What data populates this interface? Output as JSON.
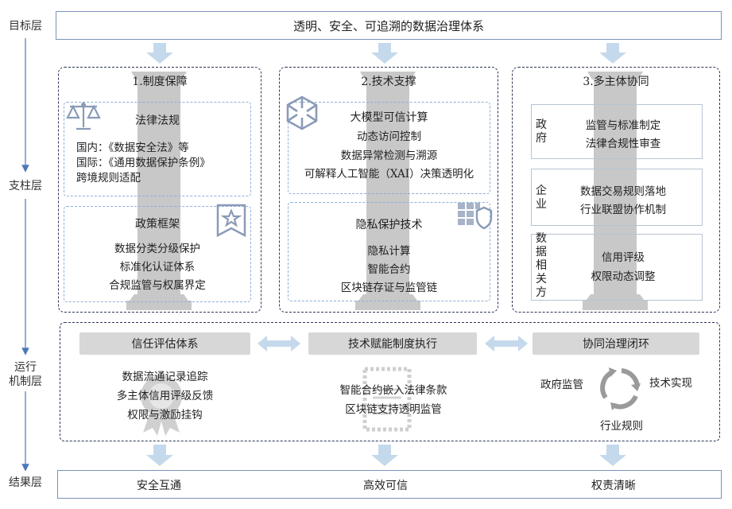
{
  "layers": {
    "goal": "目标层",
    "pillar": "支柱层",
    "mechanism": "运行\n机制层",
    "result": "结果层"
  },
  "goal_text": "透明、安全、可追溯的数据治理体系",
  "pillars": {
    "p1": {
      "title": "1.制度保障",
      "law": {
        "heading": "法律法规",
        "lines": [
          "国内：《数据安全法》等",
          "国际：《通用数据保护条例》",
          "跨境规则适配"
        ]
      },
      "policy": {
        "heading": "政策框架",
        "lines": [
          "数据分类分级保护",
          "标准化认证体系",
          "合规监管与权属界定"
        ]
      }
    },
    "p2": {
      "title": "2.技术支撑",
      "trust": {
        "heading": "大模型可信计算",
        "lines": [
          "动态访问控制",
          "数据异常检测与溯源",
          "可解释人工智能（XAI）决策透明化"
        ]
      },
      "privacy": {
        "heading": "隐私保护技术",
        "lines": [
          "隐私计算",
          "智能合约",
          "区块链存证与监管链"
        ]
      }
    },
    "p3": {
      "title": "3.多主体协同",
      "gov": {
        "actor": "政府",
        "lines": [
          "监管与标准制定",
          "法律合规性审查"
        ]
      },
      "ent": {
        "actor": "企业",
        "lines": [
          "数据交易规则落地",
          "行业联盟协作机制"
        ]
      },
      "stake": {
        "actor": "数据相关方",
        "lines": [
          "信用评级",
          "权限动态调整"
        ]
      }
    }
  },
  "mechanism": {
    "trust_eval": {
      "title": "信任评估体系",
      "lines": [
        "数据流通记录追踪",
        "多主体信用评级反馈",
        "权限与激励挂钩"
      ]
    },
    "tech_exec": {
      "title": "技术赋能制度执行",
      "lines": [
        "智能合约嵌入法律条款",
        "区块链支持透明监管"
      ]
    },
    "collab": {
      "title": "协同治理闭环",
      "cycle": [
        "政府监管",
        "技术实现",
        "行业规则"
      ]
    }
  },
  "results": [
    "安全互通",
    "高效可信",
    "权责清晰"
  ],
  "colors": {
    "arrow": "#c5d9ec",
    "pillar": "#c8c8c8",
    "frame": "#7a93b8",
    "dash": "#2c3658"
  }
}
